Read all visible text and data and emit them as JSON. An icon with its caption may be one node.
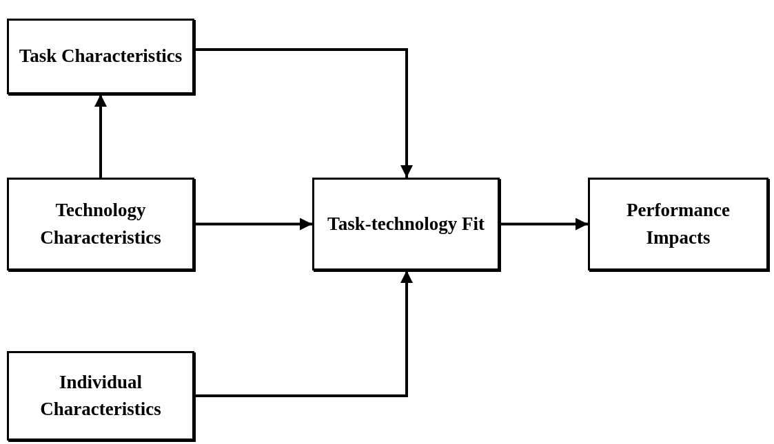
{
  "diagram": {
    "nodes": [
      {
        "text": [
          "Task Characteristics"
        ]
      },
      {
        "text": [
          "Technology Characteristics"
        ]
      },
      {
        "text": [
          "Task-technology Fit"
        ]
      },
      {
        "text": [
          "Performance Impacts"
        ]
      },
      {
        "text": [
          "Individual Characteristics"
        ]
      }
    ],
    "edges": [
      {
        "from": 1,
        "to": 0,
        "arrow": "to"
      },
      {
        "from": 0,
        "to": 2,
        "arrow": "to"
      },
      {
        "from": 1,
        "to": 2,
        "arrow": "to"
      },
      {
        "from": 4,
        "to": 2,
        "arrow": "to"
      },
      {
        "from": 2,
        "to": 3,
        "arrow": "to"
      }
    ]
  }
}
